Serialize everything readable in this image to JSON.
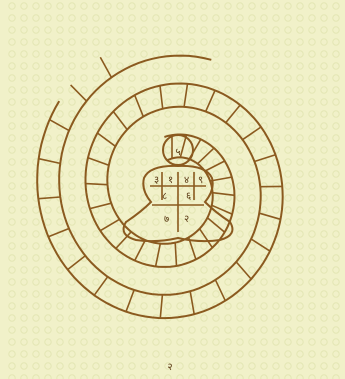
{
  "colors": {
    "background": "#f1f1c9",
    "dots": "#e3e6b4",
    "stroke": "#8b5a1f",
    "text": "#5b3a14"
  },
  "figure": {
    "head_numeral": "५",
    "body_numerals": [
      "३",
      "१",
      "४",
      "९",
      "८",
      "६",
      "७",
      "२"
    ],
    "feet_numeral": "२"
  }
}
